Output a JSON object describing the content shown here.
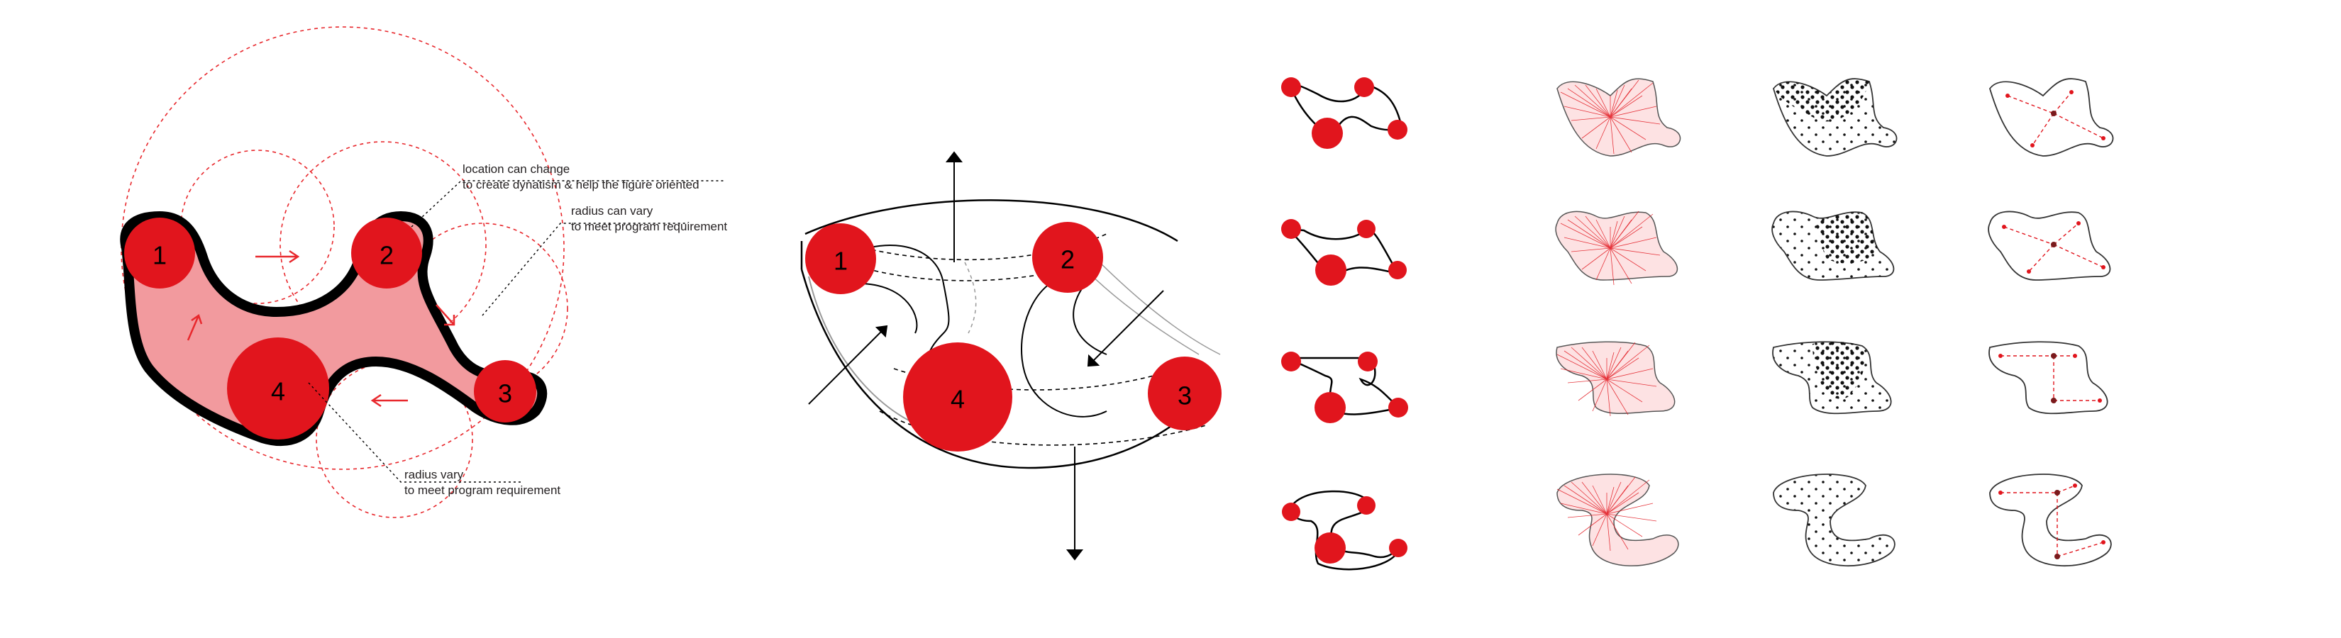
{
  "diagram_main": {
    "labels": [
      "1",
      "2",
      "3",
      "4"
    ],
    "notes": {
      "location_line1": "location can change",
      "location_line2": "to create dynatism & help the figure oriented",
      "radius_line1": "radius can vary",
      "radius_line2": "to meet program requirement",
      "radius2_line1": "radius vary",
      "radius2_line2": "to meet program requirement"
    }
  },
  "diagram_3d": {
    "labels": [
      "1",
      "2",
      "3",
      "4"
    ]
  },
  "colors": {
    "accent_red": "#e1151d",
    "light_fill": "#f29a9e",
    "line": "#000000"
  },
  "grid": {
    "rows": 4,
    "columns": [
      "node-variation",
      "radial-hatch",
      "dot-pattern",
      "path-network"
    ]
  }
}
